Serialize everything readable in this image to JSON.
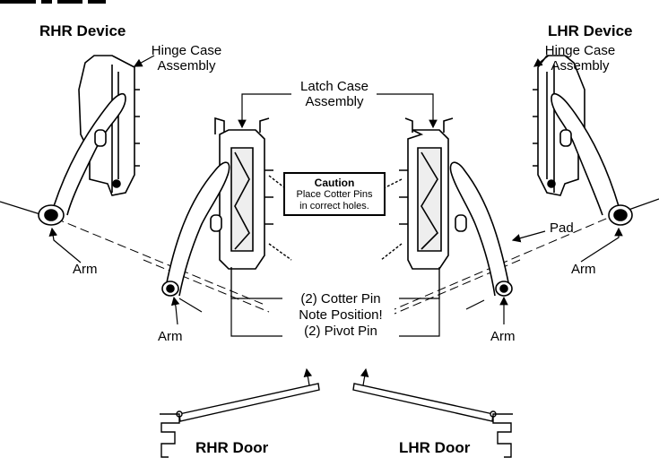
{
  "labels": {
    "rhr_device": "RHR Device",
    "lhr_device": "LHR Device",
    "hinge_case_left_l1": "Hinge Case",
    "hinge_case_left_l2": "Assembly",
    "hinge_case_right_l1": "Hinge Case",
    "hinge_case_right_l2": "Assembly",
    "latch_case_l1": "Latch Case",
    "latch_case_l2": "Assembly",
    "arm_1": "Arm",
    "arm_2": "Arm",
    "arm_3": "Arm",
    "arm_4": "Arm",
    "pad": "Pad",
    "cotter_pin": "(2) Cotter Pin",
    "note_position": "Note Position!",
    "pivot_pin": "(2) Pivot Pin",
    "rhr_door": "RHR Door",
    "lhr_door": "LHR Door"
  },
  "caution": {
    "title": "Caution",
    "line1": "Place Cotter Pins",
    "line2": "in correct holes."
  }
}
